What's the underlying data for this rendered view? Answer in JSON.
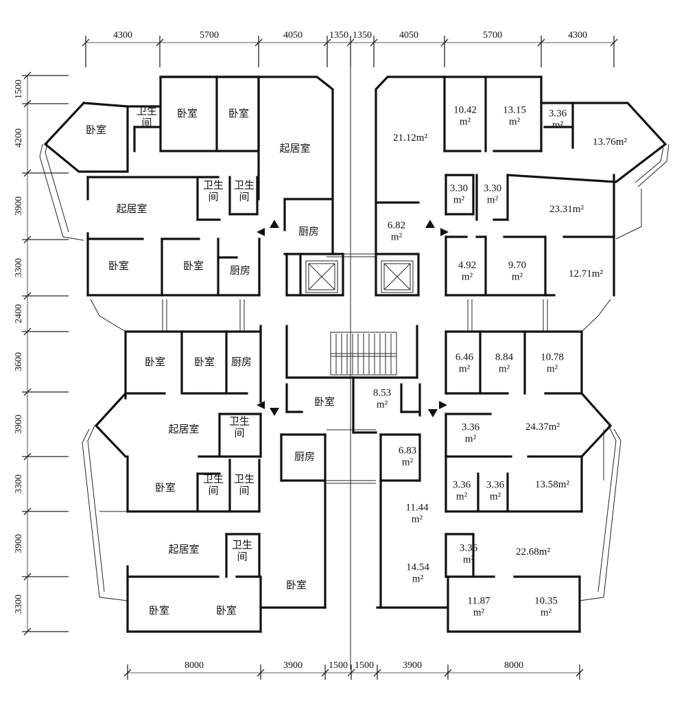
{
  "plan": {
    "dims_top": [
      "4300",
      "5700",
      "4050",
      "1350",
      "1350",
      "4050",
      "5700",
      "4300"
    ],
    "dims_bottom": [
      "8000",
      "3900",
      "1500",
      "1500",
      "3900",
      "8000"
    ],
    "dims_left": [
      "1500",
      "4200",
      "3900",
      "3300",
      "2400",
      "3600",
      "3900",
      "3300",
      "3900",
      "3300"
    ],
    "rooms": [
      {
        "id": "l-bedroom-a",
        "text": "卧室"
      },
      {
        "id": "l-wc-a",
        "text": "卫生\n间"
      },
      {
        "id": "l-bedroom-b",
        "text": "卧室"
      },
      {
        "id": "l-bedroom-c",
        "text": "卧室"
      },
      {
        "id": "l-living-a",
        "text": "起居室"
      },
      {
        "id": "l-living-b",
        "text": "起居室"
      },
      {
        "id": "l-wc-b",
        "text": "卫生\n间"
      },
      {
        "id": "l-wc-c",
        "text": "卫生\n间"
      },
      {
        "id": "l-kitchen-a",
        "text": "厨房"
      },
      {
        "id": "l-bedroom-d",
        "text": "卧室"
      },
      {
        "id": "l-bedroom-e",
        "text": "卧室"
      },
      {
        "id": "l-kitchen-b",
        "text": "厨房"
      },
      {
        "id": "l-bedroom-f",
        "text": "卧室"
      },
      {
        "id": "l-bedroom-g",
        "text": "卧室"
      },
      {
        "id": "l-kitchen-c",
        "text": "厨房"
      },
      {
        "id": "c-bedroom",
        "text": "卧室"
      },
      {
        "id": "c-area",
        "text": "8.53\nm²"
      },
      {
        "id": "l-living-c",
        "text": "起居室"
      },
      {
        "id": "l-wc-d",
        "text": "卫生\n间"
      },
      {
        "id": "c-kitchen",
        "text": "厨房"
      },
      {
        "id": "l-bedroom-h",
        "text": "卧室"
      },
      {
        "id": "l-wc-e",
        "text": "卫生\n间"
      },
      {
        "id": "l-wc-f",
        "text": "卫生\n间"
      },
      {
        "id": "l-living-d",
        "text": "起居室"
      },
      {
        "id": "l-wc-g",
        "text": "卫生\n间"
      },
      {
        "id": "l-bedroom-i",
        "text": "卧室"
      },
      {
        "id": "l-bedroom-j",
        "text": "卧室"
      },
      {
        "id": "l-bedroom-k",
        "text": "卧室"
      },
      {
        "id": "r-area-1",
        "text": "21.12m²"
      },
      {
        "id": "r-area-2",
        "text": "10.42\nm²"
      },
      {
        "id": "r-area-3",
        "text": "13.15\nm²"
      },
      {
        "id": "r-area-4",
        "text": "3.36\nm²"
      },
      {
        "id": "r-area-5",
        "text": "13.76m²"
      },
      {
        "id": "r-area-6",
        "text": "3.30\nm²"
      },
      {
        "id": "r-area-7",
        "text": "3.30\nm²"
      },
      {
        "id": "r-area-8",
        "text": "23.31m²"
      },
      {
        "id": "r-area-9",
        "text": "6.82\nm²"
      },
      {
        "id": "r-area-10",
        "text": "4.92\nm²"
      },
      {
        "id": "r-area-11",
        "text": "9.70\nm²"
      },
      {
        "id": "r-area-12",
        "text": "12.71m²"
      },
      {
        "id": "r-area-13",
        "text": "6.46\nm²"
      },
      {
        "id": "r-area-14",
        "text": "8.84\nm²"
      },
      {
        "id": "r-area-15",
        "text": "10.78\nm²"
      },
      {
        "id": "r-area-16",
        "text": "3.36\nm²"
      },
      {
        "id": "r-area-17",
        "text": "24.37m²"
      },
      {
        "id": "r-area-18",
        "text": "6.83\nm²"
      },
      {
        "id": "r-area-19",
        "text": "3.36\nm²"
      },
      {
        "id": "r-area-20",
        "text": "3.36\nm²"
      },
      {
        "id": "r-area-21",
        "text": "13.58m²"
      },
      {
        "id": "r-area-22",
        "text": "11.44\nm²"
      },
      {
        "id": "r-area-23",
        "text": "3.36\nm²"
      },
      {
        "id": "r-area-24",
        "text": "22.68m²"
      },
      {
        "id": "r-area-25",
        "text": "14.54\nm²"
      },
      {
        "id": "r-area-26",
        "text": "11.87\nm²"
      },
      {
        "id": "r-area-27",
        "text": "10.35\nm²"
      }
    ]
  }
}
